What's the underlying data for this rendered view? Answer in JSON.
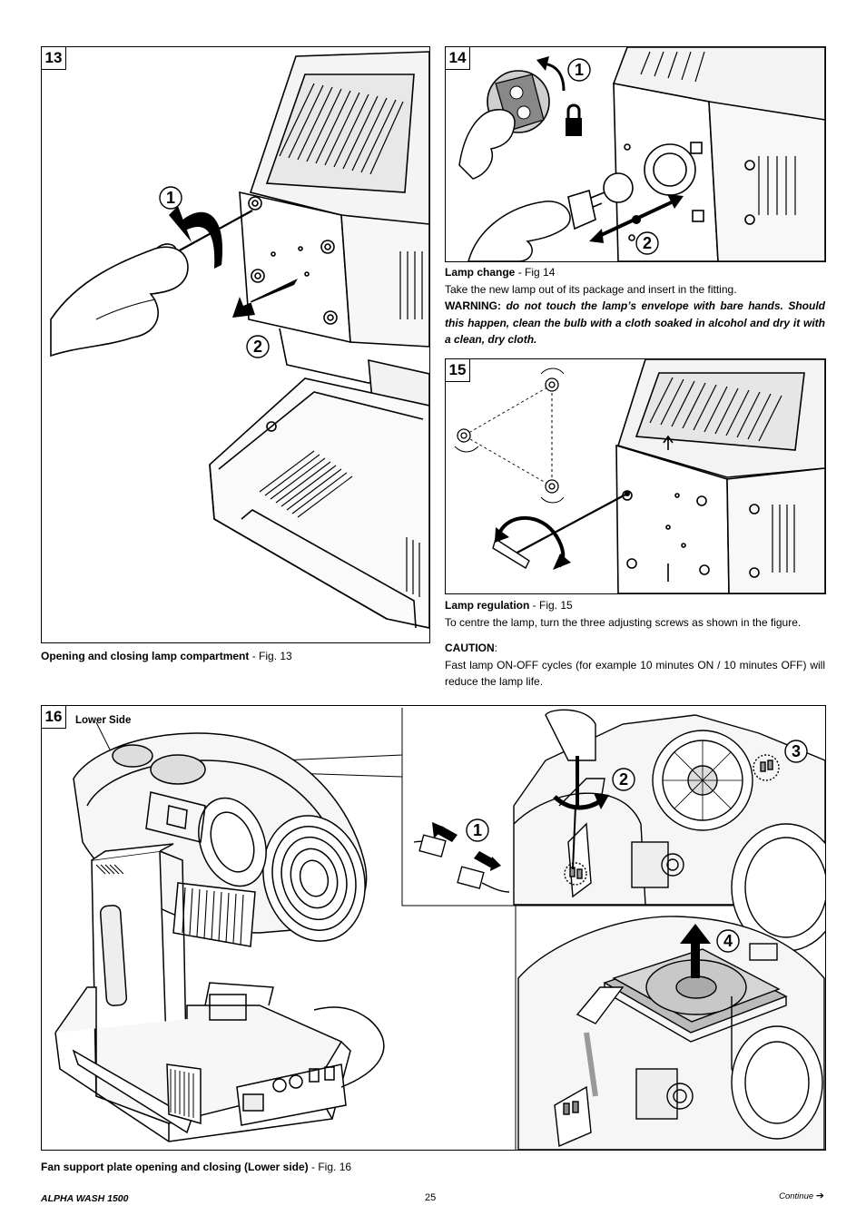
{
  "fig13": {
    "number": "13",
    "callouts": [
      "1",
      "2"
    ],
    "caption_bold": "Opening and closing lamp compartment",
    "caption_rest": " - Fig. 13"
  },
  "fig14": {
    "number": "14",
    "callouts": [
      "1",
      "2"
    ],
    "title_bold": "Lamp change",
    "title_rest": " - Fig 14",
    "line1": "Take the new lamp out of its package and insert in the fitting.",
    "warning_label": "WARNING:",
    "warning_text": " do not touch the lamp’s envelope with bare hands. Should this happen, clean the bulb with a cloth soaked in alcohol and dry it with a clean, dry cloth."
  },
  "fig15": {
    "number": "15",
    "title_bold": "Lamp regulation",
    "title_rest": " - Fig. 15",
    "line1": "To centre the lamp, turn the three adjusting screws as shown in the figure.",
    "caution_label": "CAUTION",
    "caution_colon": ":",
    "caution_text": "Fast lamp ON-OFF cycles (for example 10 minutes ON / 10 minutes OFF) will reduce the lamp life."
  },
  "fig16": {
    "number": "16",
    "lower_side": "Lower Side",
    "callouts": [
      "1",
      "2",
      "3",
      "4"
    ],
    "caption_bold": "Fan support plate opening and closing (Lower side)",
    "caption_rest": " - Fig. 16"
  },
  "footer": {
    "product": "ALPHA WASH 1500",
    "page": "25",
    "continue": "Continue",
    "continue_arrow": "➔"
  }
}
